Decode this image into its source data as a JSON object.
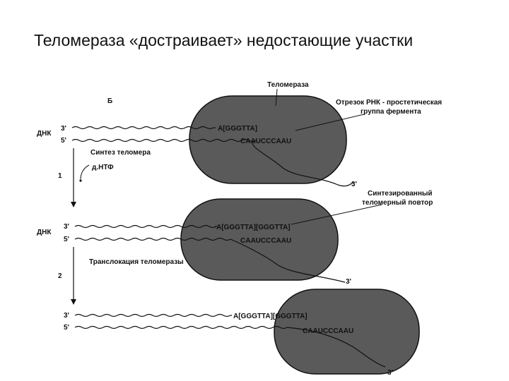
{
  "slide": {
    "title": "Теломераза «достраивает» недостающие участки"
  },
  "diagram": {
    "panel_label": "Б",
    "enzyme_label": "Теломераза",
    "rna_label_line1": "Отрезок РНК - простетическая",
    "rna_label_line2": "группа фермента",
    "dna_label": "ДНК",
    "three_prime": "3'",
    "five_prime": "5'",
    "step1_number": "1",
    "step1_label": "Синтез теломера",
    "dntp_label": "д.НТФ",
    "step2_number": "2",
    "step2_label": "Транслокация теломеразы",
    "synth_label_line1": "Синтезированный",
    "synth_label_line2": "теломерный повтор",
    "stage1_dna_seq": "A[GGGTTA]",
    "stage1_rna_seq": "CAAUCCCAAU",
    "stage2_dna_seq": "A[GGGTTA][GGGTTA]",
    "stage2_rna_seq": "CAAUCCCAAU",
    "stage3_dna_seq": "A[GGGTTA][GGGTTA]",
    "stage3_rna_seq": "CAAUCCCAAU"
  },
  "colors": {
    "enzyme_fill": "#5a5a5a",
    "ink": "#111111"
  }
}
